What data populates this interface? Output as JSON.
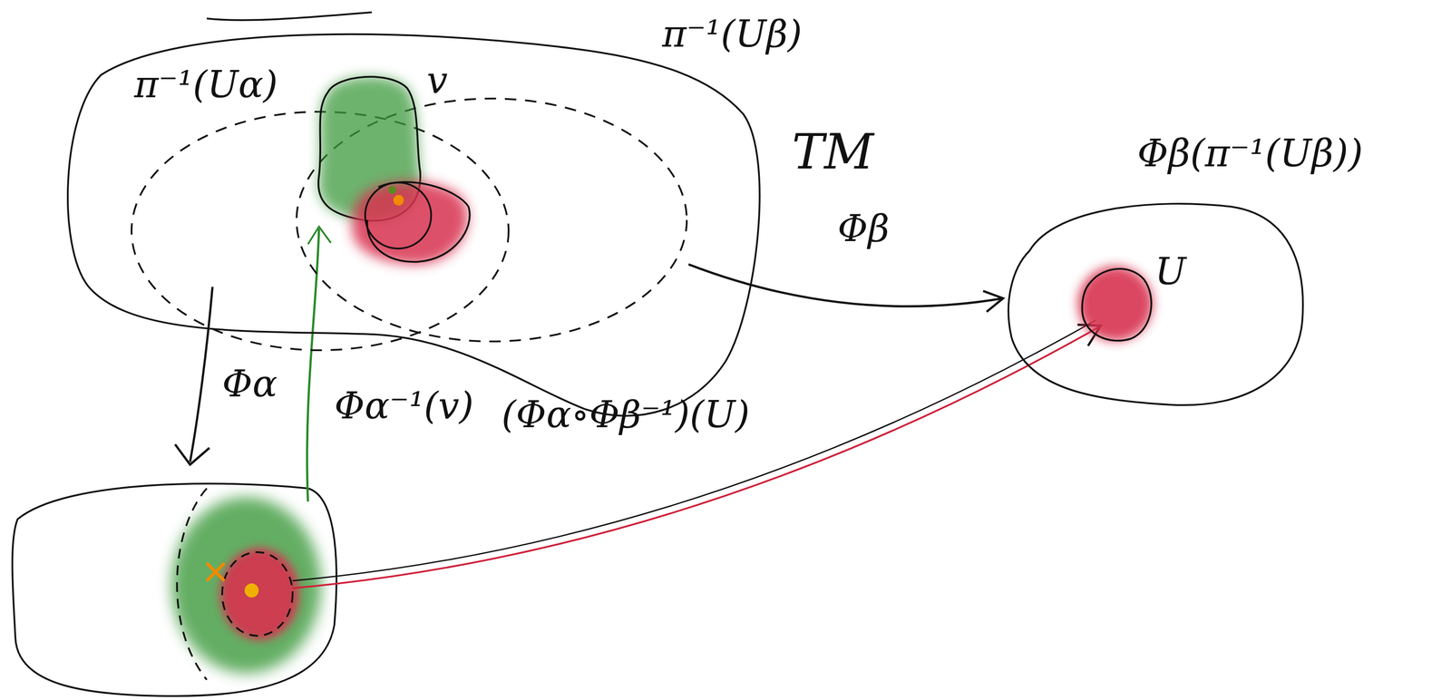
{
  "diagram": {
    "nodes": [
      {
        "text": [
          "TM"
        ]
      },
      {
        "text": [
          "π⁻¹(Uα)"
        ],
        "in": 0
      },
      {
        "text": [
          "π⁻¹(Uβ)"
        ],
        "in": 0
      },
      {
        "text": [
          "v"
        ],
        "in": 0
      },
      {
        "text": [
          "Φβ(π⁻¹(Uβ))"
        ]
      },
      {
        "text": [
          "U"
        ],
        "in": 4
      }
    ],
    "edges": [
      {
        "from": 2,
        "to": 4,
        "label": "Φβ",
        "arrow": "to"
      }
    ],
    "labels": [
      "Φα",
      "Φα⁻¹(v)",
      "(Φα∘Φβ⁻¹)(U)"
    ]
  }
}
